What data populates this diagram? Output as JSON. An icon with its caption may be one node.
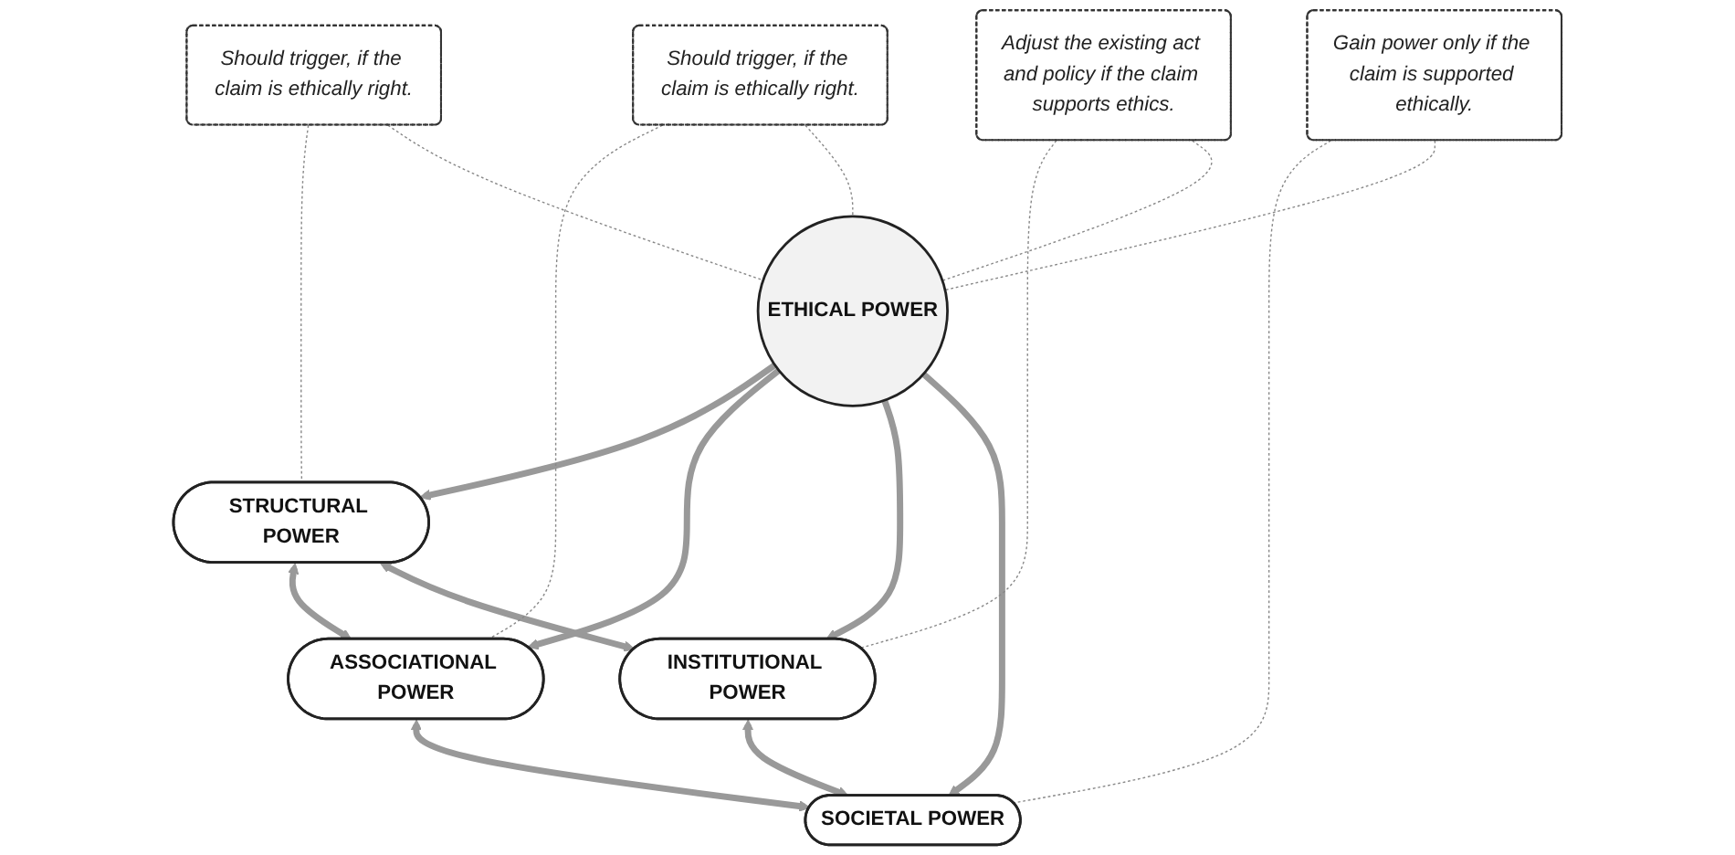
{
  "diagram": {
    "nodes": [
      {
        "text": [
          "Should trigger, if the claim is ethically right."
        ]
      },
      {
        "text": [
          "Should trigger, if the claim is ethically right."
        ]
      },
      {
        "text": [
          "STRUCTURAL POWER"
        ]
      },
      {
        "text": [
          "ASSOCIATIONAL POWER"
        ]
      },
      {
        "text": [
          "ETHICAL POWER"
        ]
      },
      {
        "text": [
          "INSTITUTIONAL POWER"
        ]
      },
      {
        "text": [
          "SOCIETAL POWER"
        ]
      },
      {
        "text": [
          "Adjust the existing act and policy if the claim supports ethics."
        ]
      },
      {
        "text": [
          "Gain power only if the claim is supported ethically."
        ]
      }
    ],
    "edges": [
      {
        "from": 2,
        "to": 3,
        "arrow": "both",
        "style": "thick"
      },
      {
        "from": 2,
        "to": 5,
        "arrow": "both",
        "style": "thick"
      },
      {
        "from": 3,
        "to": 6,
        "arrow": "both",
        "style": "thick"
      },
      {
        "from": 5,
        "to": 6,
        "arrow": "both",
        "style": "thick"
      },
      {
        "from": 4,
        "to": 2,
        "arrow": "to",
        "style": "thick"
      },
      {
        "from": 4,
        "to": 3,
        "arrow": "to",
        "style": "thick"
      },
      {
        "from": 4,
        "to": 5,
        "arrow": "to",
        "style": "thick"
      },
      {
        "from": 4,
        "to": 6,
        "arrow": "to",
        "style": "thick"
      },
      {
        "from": 0,
        "to": 2,
        "arrow": "none",
        "style": "dashed"
      },
      {
        "from": 0,
        "to": 4,
        "arrow": "none",
        "style": "dashed"
      },
      {
        "from": 1,
        "to": 3,
        "arrow": "none",
        "style": "dashed"
      },
      {
        "from": 1,
        "to": 4,
        "arrow": "none",
        "style": "dashed"
      },
      {
        "from": 7,
        "to": 5,
        "arrow": "none",
        "style": "dashed"
      },
      {
        "from": 7,
        "to": 4,
        "arrow": "none",
        "style": "dashed"
      },
      {
        "from": 8,
        "to": 6,
        "arrow": "none",
        "style": "dashed"
      },
      {
        "from": 8,
        "to": 4,
        "arrow": "none",
        "style": "dashed"
      }
    ]
  }
}
